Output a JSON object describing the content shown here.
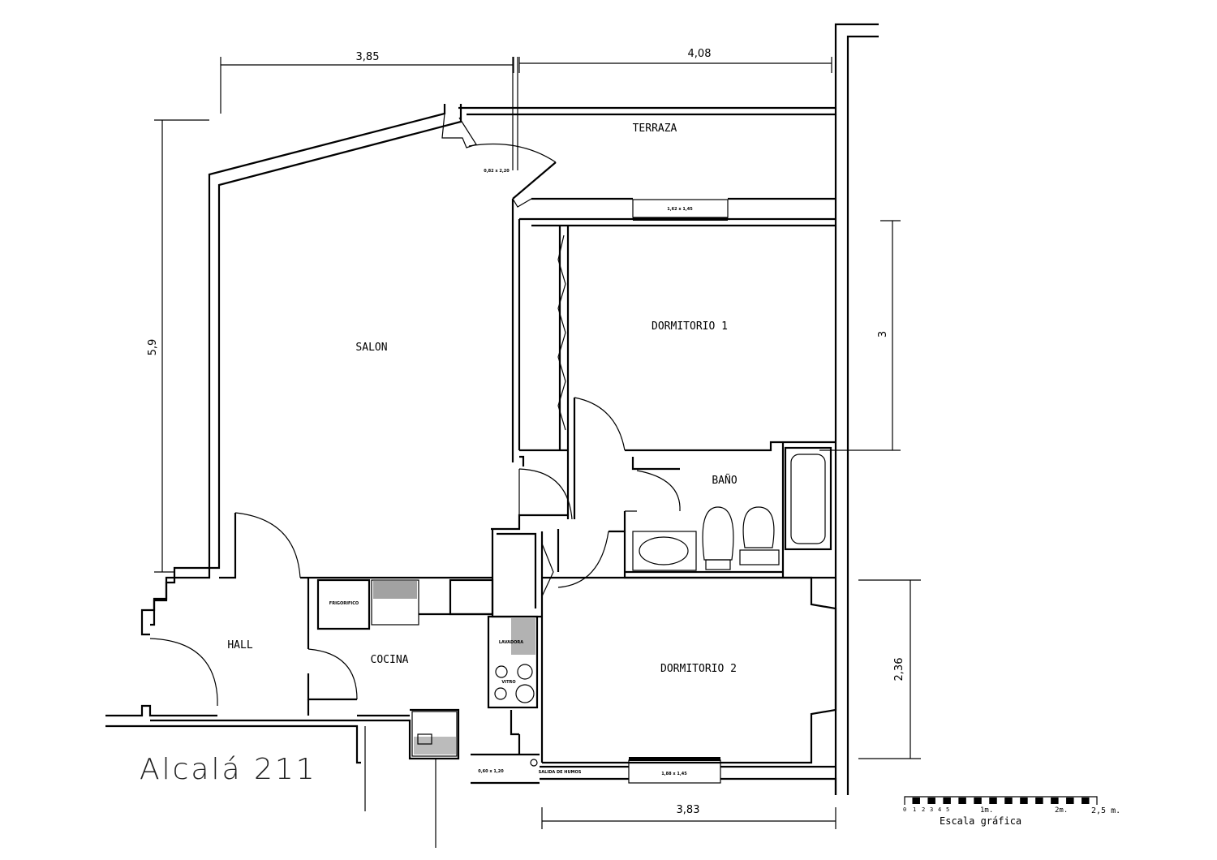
{
  "title": "Alcalá 211",
  "rooms": {
    "terraza": "TERRAZA",
    "salon": "SALON",
    "dormitorio1": "DORMITORIO 1",
    "dormitorio2": "DORMITORIO 2",
    "bano": "BAÑO",
    "hall": "HALL",
    "cocina": "COCINA"
  },
  "fixtures": {
    "frigorifico": "FRIGORIFICO",
    "lavadora": "LAVADORA",
    "vitro": "VITRO",
    "salida_humos": "SALIDA DE HUMOS"
  },
  "openings": {
    "terrace_door": "0,82 x 2,20",
    "terrace_window": "1,62 x 1,45",
    "kitchen_window": "0,60 x 1,20",
    "dorm2_window": "1,88 x 1,45"
  },
  "dimensions": {
    "salon_width": "3,85",
    "dorm1_width": "4,08",
    "salon_depth": "5,9",
    "dorm1_depth": "3",
    "dorm2_depth": "2,36",
    "dorm2_width": "3,83"
  },
  "scale_bar": {
    "ticks": [
      "0",
      "1",
      "2",
      "3",
      "4",
      "5"
    ],
    "m1": "1m.",
    "m2": "2m.",
    "end": "2,5 m.",
    "label": "Escala gráfica"
  }
}
